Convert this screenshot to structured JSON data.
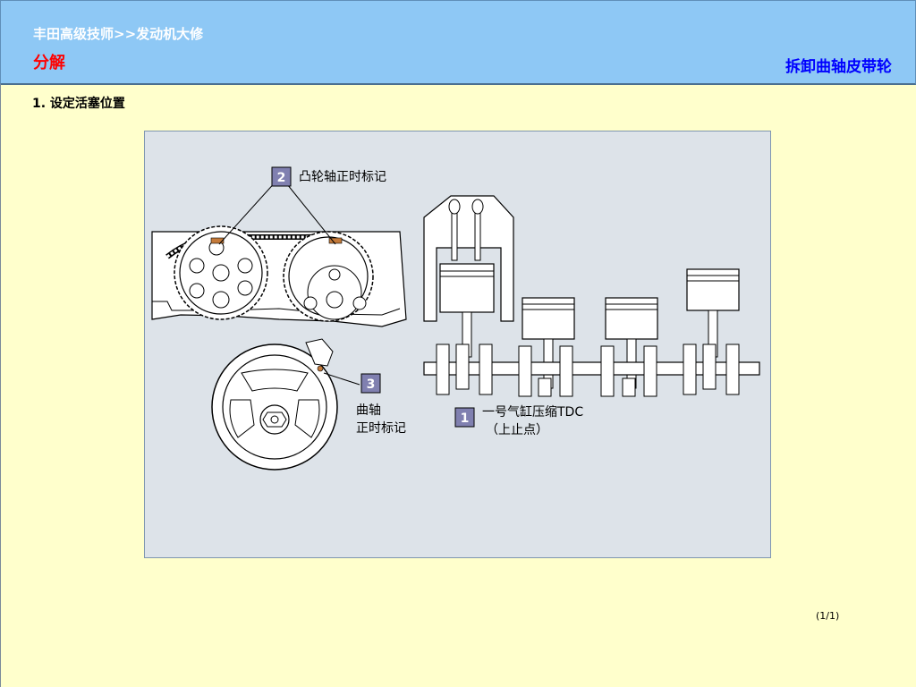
{
  "header": {
    "breadcrumb": "丰田高级技师>>发动机大修",
    "section": "分解",
    "page_title": "拆卸曲轴皮带轮"
  },
  "step": {
    "text": "1. 设定活塞位置"
  },
  "figure": {
    "callout_2": "2",
    "label_2": "凸轮轴正时标记",
    "callout_3": "3",
    "label_3_line1": "曲轴",
    "label_3_line2": "正时标记",
    "callout_1": "1",
    "label_1_line1": "一号气缸压缩TDC",
    "label_1_line2": "（上止点）"
  },
  "pager": "(1/1)",
  "colors": {
    "header_bg": "#8ec8f5",
    "page_bg": "#ffffcc",
    "section": "#ff0000",
    "title": "#0000ff",
    "callout_box": "#8080b0"
  }
}
